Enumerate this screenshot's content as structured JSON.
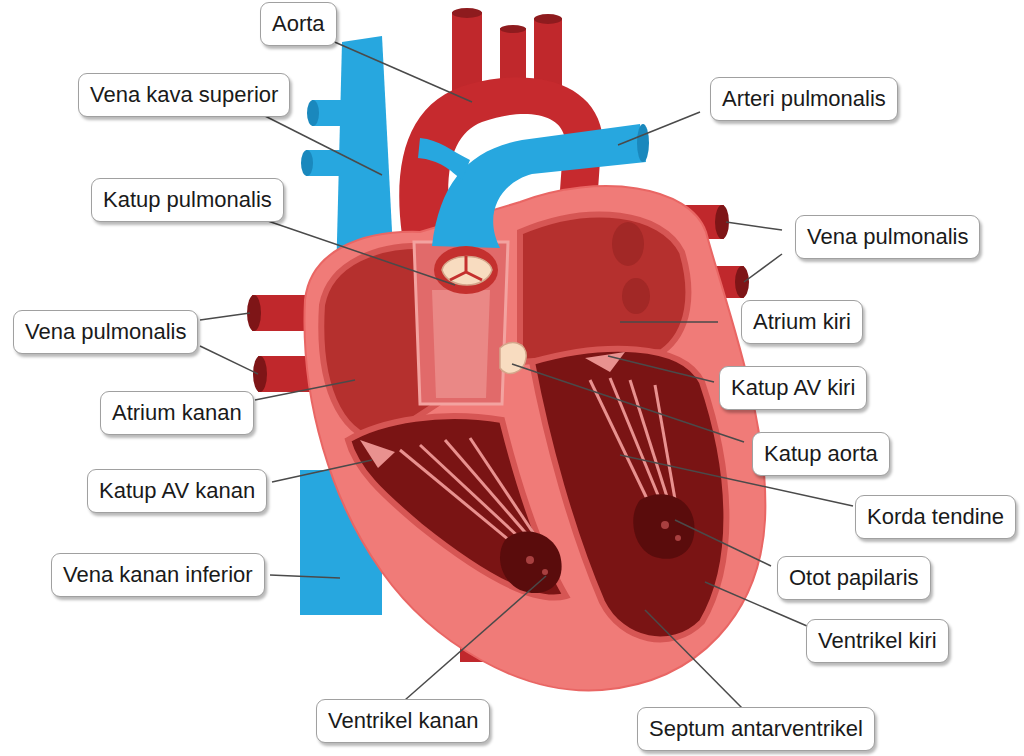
{
  "diagram": {
    "nodes": [
      {
        "text": [
          "Aorta"
        ]
      },
      {
        "text": [
          "Vena kava superior"
        ]
      },
      {
        "text": [
          "Arteri pulmonalis"
        ]
      },
      {
        "text": [
          "Katup pulmonalis"
        ]
      },
      {
        "text": [
          "Vena pulmonalis"
        ]
      },
      {
        "text": [
          "Atrium kiri"
        ]
      },
      {
        "text": [
          "Vena pulmonalis"
        ]
      },
      {
        "text": [
          "Katup AV kiri"
        ]
      },
      {
        "text": [
          "Atrium kanan"
        ]
      },
      {
        "text": [
          "Katup aorta"
        ]
      },
      {
        "text": [
          "Korda tendine"
        ]
      },
      {
        "text": [
          "Katup AV kanan"
        ]
      },
      {
        "text": [
          "Vena kanan inferior"
        ]
      },
      {
        "text": [
          "Otot papilaris"
        ]
      },
      {
        "text": [
          "Ventrikel kiri"
        ]
      },
      {
        "text": [
          "Ventrikel kanan"
        ]
      },
      {
        "text": [
          "Septum antarventrikel"
        ]
      }
    ]
  }
}
